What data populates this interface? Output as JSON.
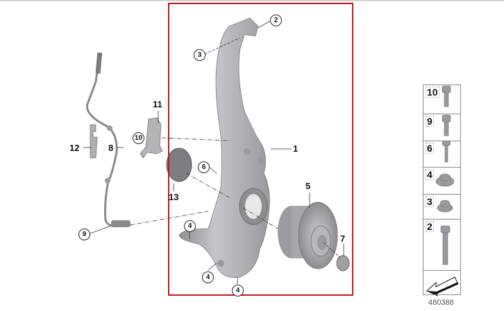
{
  "diagram": {
    "type": "exploded-parts-diagram",
    "subject": "Front steering knuckle / wheel hub assembly",
    "highlight_color": "#c4161c",
    "part_color": "#a8a8ac",
    "callouts": {
      "c1": "1",
      "c2": "2",
      "c3": "3",
      "c4a": "4",
      "c4b": "4",
      "c4c": "4",
      "c5": "5",
      "c6": "6",
      "c7": "7",
      "c8": "8",
      "c9": "9",
      "c10": "10",
      "c11": "11",
      "c12": "12",
      "c13": "13"
    },
    "legend": [
      {
        "num": "10",
        "icon": "socket-head-bolt-icon"
      },
      {
        "num": "9",
        "icon": "socket-head-bolt-icon"
      },
      {
        "num": "6",
        "icon": "round-head-bolt-icon"
      },
      {
        "num": "4",
        "icon": "collar-nut-icon"
      },
      {
        "num": "3",
        "icon": "hex-flange-nut-icon"
      },
      {
        "num": "2",
        "icon": "hex-flange-bolt-icon"
      },
      {
        "num": "",
        "icon": "direction-arrow-icon"
      }
    ],
    "document_number": "480388"
  }
}
